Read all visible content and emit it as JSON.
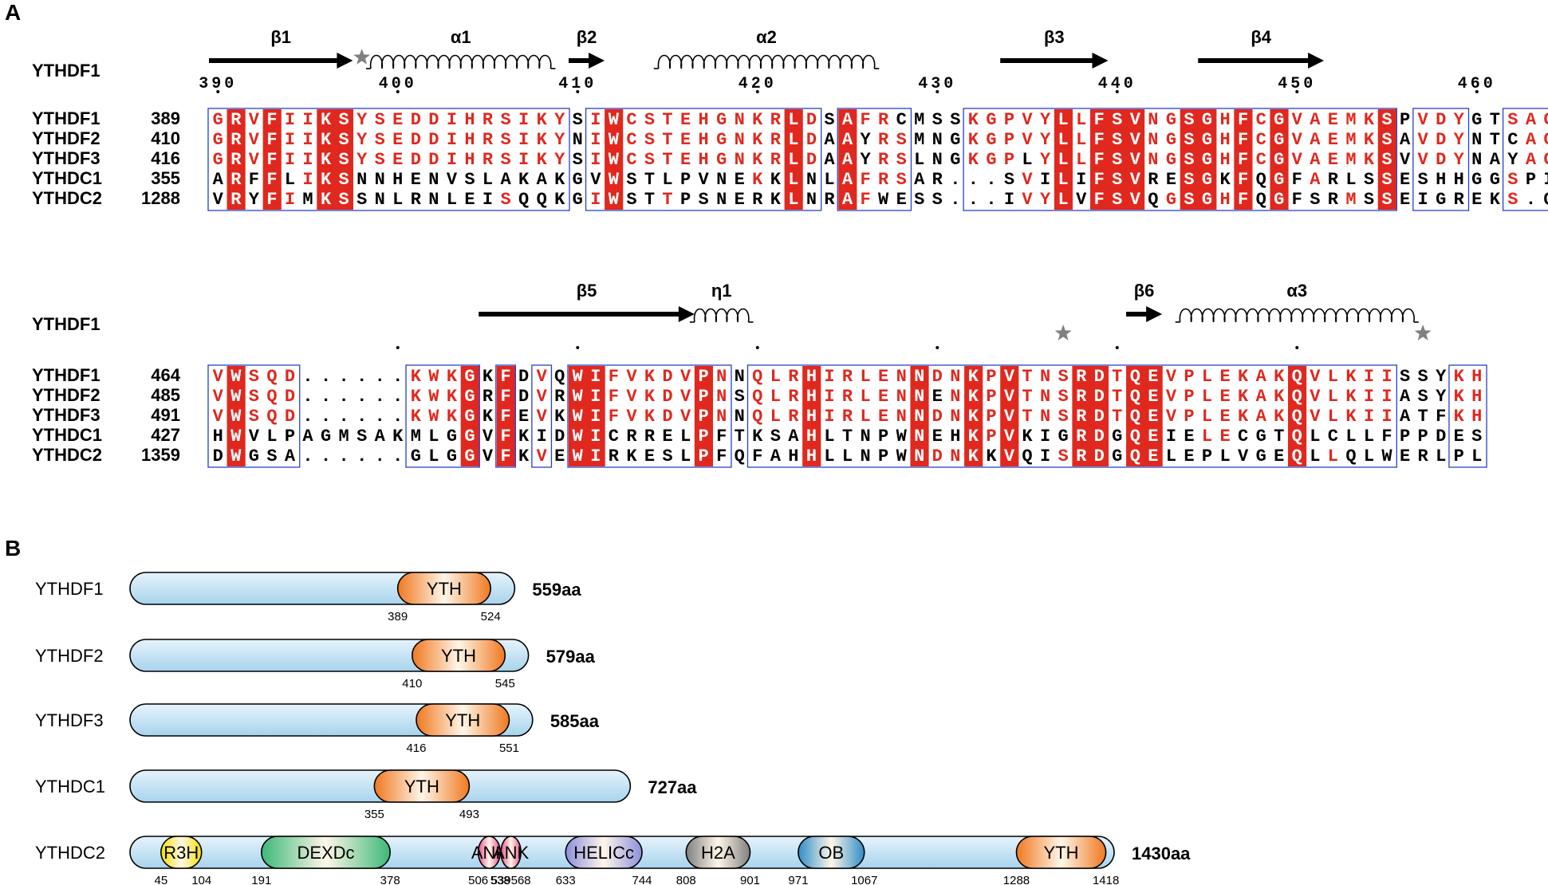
{
  "panel_a": {
    "letter": "A",
    "blocks": [
      {
        "ss_label": "YTHDF1",
        "ruler": [
          {
            "label": "390",
            "col": 1
          },
          {
            "label": "400",
            "col": 11
          },
          {
            "label": "410",
            "col": 21
          },
          {
            "label": "420",
            "col": 31
          },
          {
            "label": "430",
            "col": 41
          },
          {
            "label": "440",
            "col": 51
          },
          {
            "label": "450",
            "col": 61
          },
          {
            "label": "460",
            "col": 71
          }
        ],
        "elements": [
          {
            "type": "strand",
            "label": "β1",
            "start": 1,
            "end": 8
          },
          {
            "type": "helix",
            "label": "α1",
            "start": 10,
            "end": 19
          },
          {
            "type": "strand",
            "label": "β2",
            "start": 21,
            "end": 22
          },
          {
            "type": "helix",
            "label": "α2",
            "start": 26,
            "end": 37
          },
          {
            "type": "strand",
            "label": "β3",
            "start": 45,
            "end": 50
          },
          {
            "type": "strand",
            "label": "β4",
            "start": 56,
            "end": 62
          }
        ],
        "stars": [
          9
        ],
        "rows": [
          {
            "name": "YTHDF1",
            "start": "389",
            "seq": "GRVFIIKSYSEDDIHRSIKYSIWCSTEHGNKRLDSAFRCMSSKGPVYLLFSVNGSGHFCGVAEMKSPVDYGTSAG"
          },
          {
            "name": "YTHDF2",
            "start": "410",
            "seq": "GRVFIIKSYSEDDIHRSIKYNIWCSTEHGNKRLDAAYRSMNGKGPVYLLFSVNGSGHFCGVAEMKSAVDYNTCAG"
          },
          {
            "name": "YTHDF3",
            "start": "416",
            "seq": "GRVFIIKSYSEDDIHRSIKYSIWCSTEHGNKRLDAAYRSLNGKGPLYLLFSVNGSGHFCGVAEMKSVVDYNAYAG"
          },
          {
            "name": "YTHDC1",
            "start": "355",
            "seq": "ARFFLIKSNNHENVSLAKAKGVWSTLPVNEKKLNLAFRSAR...SVILIFSVRESGKFQGFARLSSESHHGGSPI"
          },
          {
            "name": "YTHDC2",
            "start": "1288",
            "seq": "VRYFIMKSSNLRNLEISQQKGIWSTTPSNERKLNRAFWESS...IVYLVFSVQGSGHFQGFSRMSSEIGREKS.Q"
          }
        ],
        "mask": "1111111122222222222222222222222222222222222222222222222222222222222222222222"
      },
      {
        "ss_label": "YTHDF1",
        "ruler": [
          {
            "label": "",
            "col": 11
          },
          {
            "label": "",
            "col": 21
          },
          {
            "label": "",
            "col": 31
          },
          {
            "label": "",
            "col": 41
          },
          {
            "label": "",
            "col": 51
          },
          {
            "label": "",
            "col": 61
          }
        ],
        "elements": [
          {
            "type": "strand",
            "label": "β5",
            "start": 16,
            "end": 27
          },
          {
            "type": "helix",
            "label": "η1",
            "start": 28,
            "end": 30
          },
          {
            "type": "strand",
            "label": "β6",
            "start": 52,
            "end": 53
          },
          {
            "type": "helix",
            "label": "α3",
            "start": 55,
            "end": 67
          }
        ],
        "stars": [
          48,
          68
        ],
        "rows": [
          {
            "name": "YTHDF1",
            "start": "464",
            "seq": "VWSQD......KWKGKFDVQWIFVKDVPNNQLRHIRLENNDNKPVTNSRDTQEVPLEKAKQVLKIISSYKH"
          },
          {
            "name": "YTHDF2",
            "start": "485",
            "seq": "VWSQD......KWKGRFDVRWIFVKDVPNSQLRHIRLENNENKPVTNSRDTQEVPLEKAKQVLKIIASYKH"
          },
          {
            "name": "YTHDF3",
            "start": "491",
            "seq": "VWSQD......KWKGKFEVKWIFVKDVPNNQLRHIRLENNDNKPVTNSRDTQEVPLEKAKQVLKIIATFKH"
          },
          {
            "name": "YTHDC1",
            "start": "427",
            "seq": "HWVLPAGMSAKMLGGVFKIDWICRRELPFTKSAHLTNPWNEHKPVKIGRDGQEIELECGTQLCLLFPPDES"
          },
          {
            "name": "YTHDC2",
            "start": "1359",
            "seq": "DWGSA......GLGGVFKVEWIRKESLPFQFAHHLLNPWNDNKKVQISRDGQELEPLVGEQLLQLWERLPL"
          }
        ]
      }
    ]
  },
  "panel_b": {
    "letter": "B",
    "proteins": [
      {
        "name": "YTHDF1",
        "length_label": "559aa",
        "length": 559,
        "domains": [
          {
            "label": "YTH",
            "start": 389,
            "end": 524,
            "start_label": "389",
            "end_label": "524",
            "color": "#f07820"
          }
        ]
      },
      {
        "name": "YTHDF2",
        "length_label": "579aa",
        "length": 579,
        "domains": [
          {
            "label": "YTH",
            "start": 410,
            "end": 545,
            "start_label": "410",
            "end_label": "545",
            "color": "#f07820"
          }
        ]
      },
      {
        "name": "YTHDF3",
        "length_label": "585aa",
        "length": 585,
        "domains": [
          {
            "label": "YTH",
            "start": 416,
            "end": 551,
            "start_label": "416",
            "end_label": "551",
            "color": "#f07820"
          }
        ]
      },
      {
        "name": "YTHDC1",
        "length_label": "727aa",
        "length": 727,
        "domains": [
          {
            "label": "YTH",
            "start": 355,
            "end": 493,
            "start_label": "355",
            "end_label": "493",
            "color": "#f07820"
          }
        ]
      },
      {
        "name": "YTHDC2",
        "length_label": "1430aa",
        "length": 1430,
        "domains": [
          {
            "label": "R3H",
            "start": 45,
            "end": 104,
            "start_label": "45",
            "end_label": "104",
            "color": "#f5e000"
          },
          {
            "label": "DEXDc",
            "start": 191,
            "end": 378,
            "start_label": "191",
            "end_label": "378",
            "color": "#3cb878"
          },
          {
            "label": "ANK",
            "start": 506,
            "end": 538,
            "start_label": "506",
            "end_label": "538",
            "color": "#e8508a"
          },
          {
            "label": "ANK",
            "start": 539,
            "end": 568,
            "start_label": "539",
            "end_label": "568",
            "color": "#e8508a"
          },
          {
            "label": "HELICc",
            "start": 633,
            "end": 744,
            "start_label": "633",
            "end_label": "744",
            "color": "#8c8fdc"
          },
          {
            "label": "H2A",
            "start": 808,
            "end": 901,
            "start_label": "808",
            "end_label": "901",
            "color": "#808080"
          },
          {
            "label": "OB",
            "start": 971,
            "end": 1067,
            "start_label": "971",
            "end_label": "1067",
            "color": "#2e8cc8"
          },
          {
            "label": "YTH",
            "start": 1288,
            "end": 1418,
            "start_label": "1288",
            "end_label": "1418",
            "color": "#f07820"
          }
        ]
      }
    ]
  }
}
